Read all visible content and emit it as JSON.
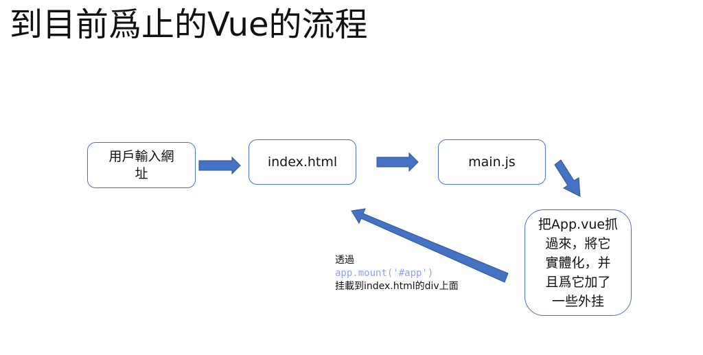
{
  "title": "到目前爲止的Vue的流程",
  "nodes": {
    "user": {
      "line1": "用戶輸入網",
      "line2": "址"
    },
    "index": {
      "label": "index.html"
    },
    "main": {
      "label": "main.js"
    },
    "app": {
      "line1": "把App.vue抓",
      "line2": "過來，將它",
      "line3": "實體化，并",
      "line4": "且爲它加了",
      "line5": "一些外挂"
    }
  },
  "note": {
    "line1": "透過",
    "code": "app.mount('#app')",
    "line3": "挂載到index.html的div上面"
  },
  "colors": {
    "arrow_fill": "#4472c4",
    "arrow_stroke": "#2f528f",
    "node_border": "#4a72c0",
    "code_text": "#8fa3e6"
  }
}
